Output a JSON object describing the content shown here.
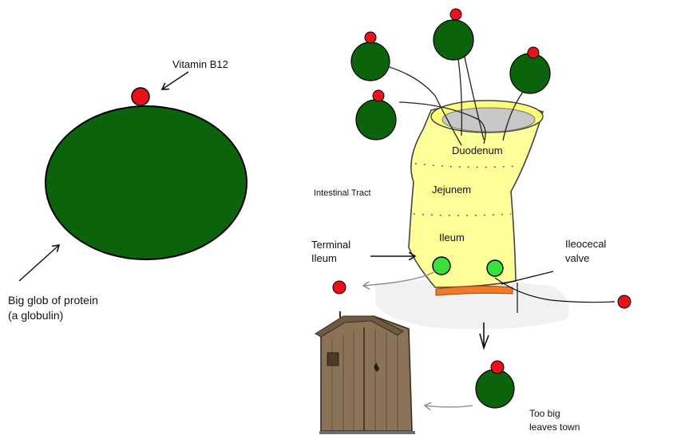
{
  "labels": {
    "vitamin": "Vitamin B12",
    "protein_line1": "Big glob of protein",
    "protein_line2": "(a globulin)",
    "intestinal_tract": "Intestinal Tract",
    "duodenum": "Duodenum",
    "jejunem": "Jejunem",
    "ileum": "Ileum",
    "terminal_line1": "Terminal",
    "terminal_line2": "Ileum",
    "ileocecal_line1": "Ileocecal",
    "ileocecal_line2": "valve",
    "too_big_line1": "Too big",
    "too_big_line2": "leaves town"
  },
  "colors": {
    "protein_green": "#0b640b",
    "vitamin_red": "#e8121b",
    "tract_yellow": "#ffff99",
    "receptor_green": "#39e039",
    "valve_orange": "#f07a28",
    "outhouse_wood": "#8a7357"
  }
}
